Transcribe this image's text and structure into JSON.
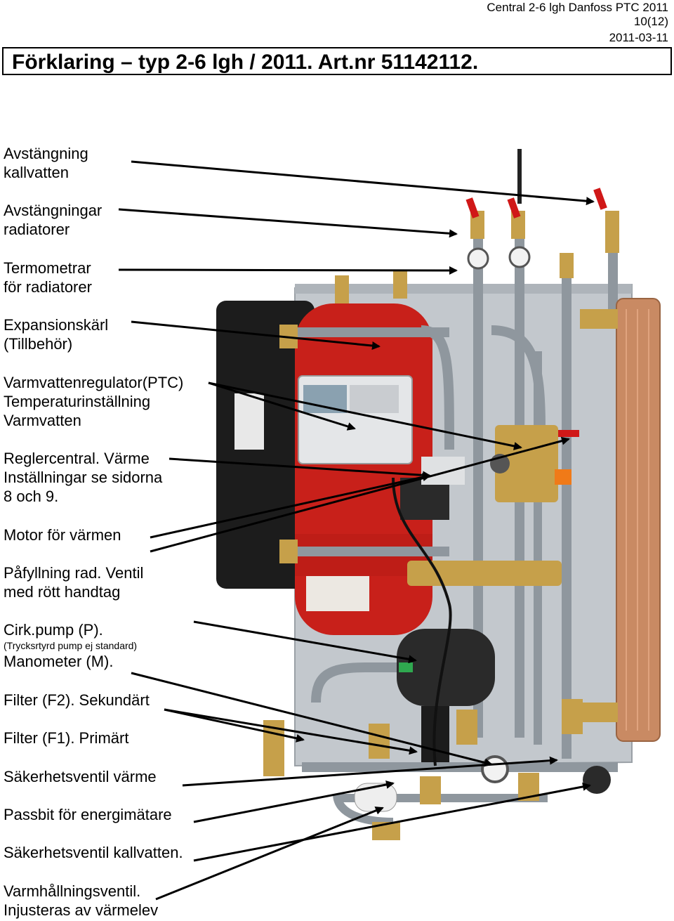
{
  "header": {
    "line1": "Central 2-6 lgh Danfoss PTC 2011",
    "line2": "10(12)",
    "line3": "2011-03-11"
  },
  "title": "Förklaring – typ 2-6 lgh / 2011. Art.nr 51142112.",
  "labels": [
    {
      "lines": [
        "Avstängning",
        "kallvatten"
      ]
    },
    {
      "lines": [
        "Avstängningar",
        "radiatorer"
      ]
    },
    {
      "lines": [
        "Termometrar",
        "för radiatorer"
      ]
    },
    {
      "lines": [
        "Expansionskärl",
        "(Tillbehör)"
      ]
    },
    {
      "lines": [
        "Varmvattenregulator(PTC)",
        "Temperaturinställning",
        "Varmvatten"
      ]
    },
    {
      "lines": [
        "Reglercentral. Värme",
        "Inställningar se sidorna",
        "8 och 9."
      ]
    },
    {
      "lines": [
        "Motor för värmen"
      ]
    },
    {
      "lines": [
        "Påfyllning rad. Ventil",
        "med rött handtag"
      ]
    },
    {
      "lines": [
        "Cirk.pump (P)."
      ],
      "small": "(Trycksrtyrd pump ej standard)",
      "after": "Manometer (M)."
    },
    {
      "lines": [
        "Filter (F2). Sekundärt"
      ]
    },
    {
      "lines": [
        "Filter (F1). Primärt"
      ]
    },
    {
      "lines": [
        "Säkerhetsventil värme"
      ]
    },
    {
      "lines": [
        "Passbit för energimätare"
      ]
    },
    {
      "lines": [
        "Säkerhetsventil kallvatten."
      ]
    },
    {
      "lines": [
        "Varmhållningsventil.",
        "Injusteras av värmelev"
      ]
    }
  ],
  "colors": {
    "expansion_tank": "#c8201a",
    "heat_exchanger": "#c98a63",
    "frame": "#b9bec4",
    "pipe": "#8f979e",
    "brass": "#c6a04a",
    "valve_handle": "#d01818",
    "insulation": "#1c1c1c",
    "pump_green": "#2fa84f"
  }
}
